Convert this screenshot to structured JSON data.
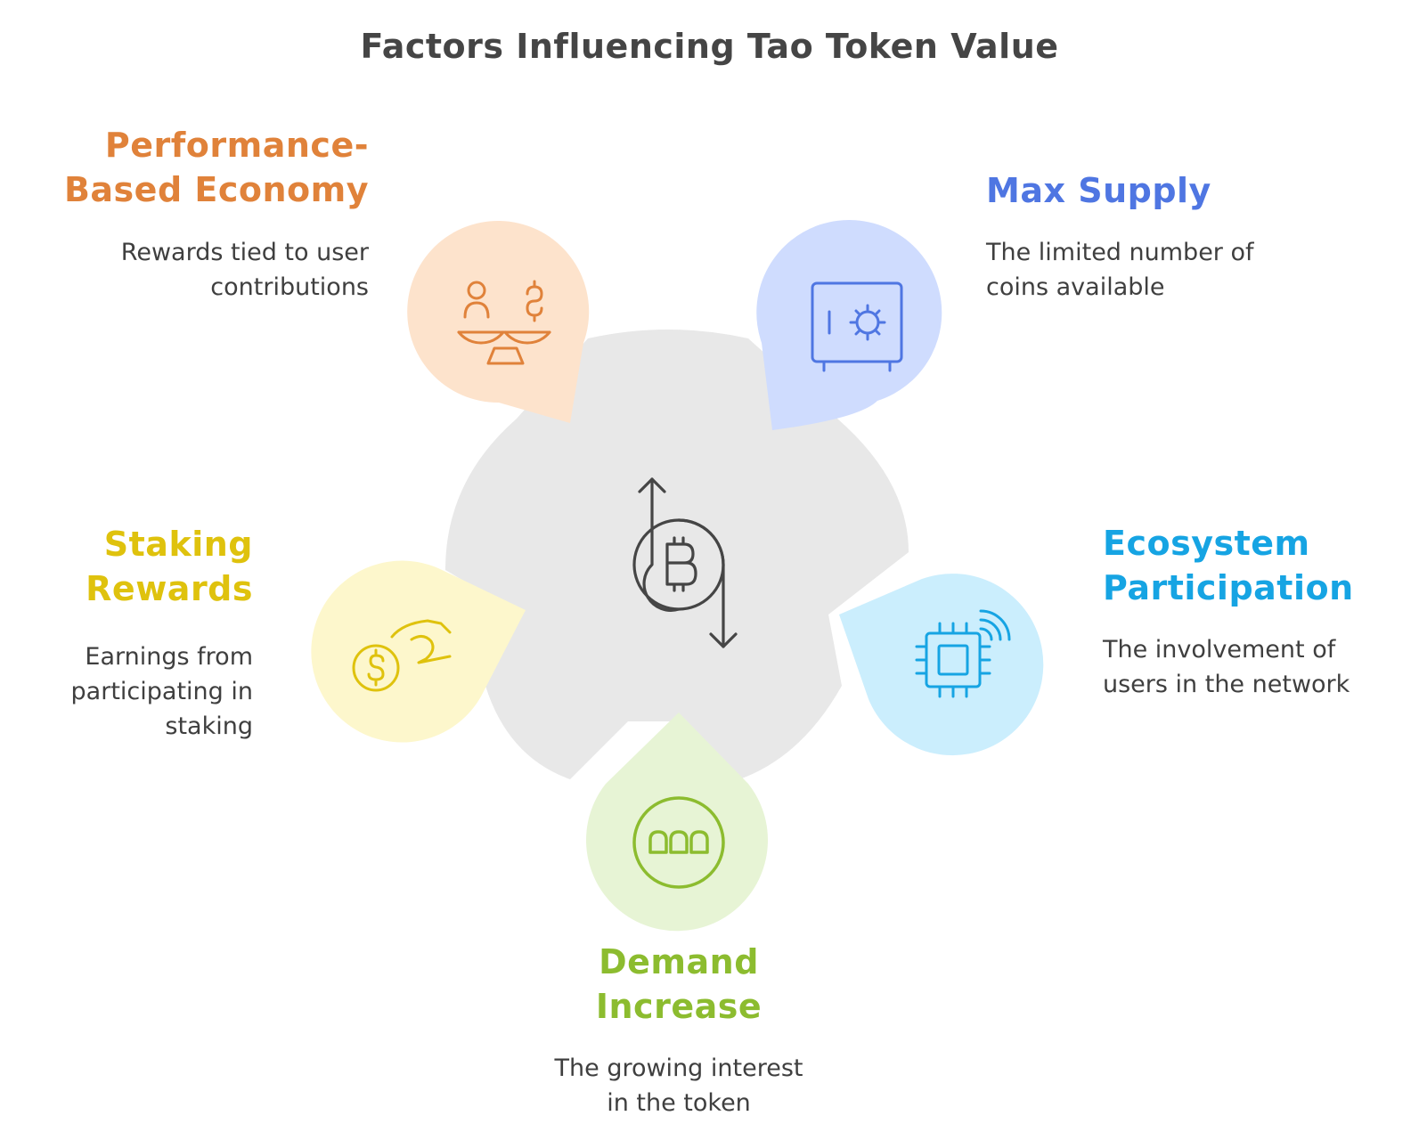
{
  "title": "Factors Influencing Tao Token Value",
  "center_icon": "bitcoin-exchange-icon",
  "colors": {
    "hub": "#e8e8e8",
    "orange_fill": "#fde3cc",
    "orange": "#e0823a",
    "blue_fill": "#cfdcfe",
    "blue": "#4f76e2",
    "cyan_fill": "#cbeefd",
    "cyan": "#16a4e3",
    "green_fill": "#e7f4d5",
    "green": "#8cbc2f",
    "yellow_fill": "#fdf7cc",
    "yellow": "#dfc20d"
  },
  "factors": [
    {
      "heading": "Performance-\nBased Economy",
      "description": "Rewards tied to user\ncontributions",
      "icon": "balance-scale-icon",
      "color": "#e0823a"
    },
    {
      "heading": "Max Supply",
      "description": "The limited number of\ncoins available",
      "icon": "safe-vault-icon",
      "color": "#4f76e2"
    },
    {
      "heading": "Ecosystem\nParticipation",
      "description": "The involvement of\nusers in the network",
      "icon": "chip-signal-icon",
      "color": "#16a4e3"
    },
    {
      "heading": "Demand\nIncrease",
      "description": "The growing interest\nin the token",
      "icon": "demand-meter-icon",
      "color": "#8cbc2f"
    },
    {
      "heading": "Staking\nRewards",
      "description": "Earnings from\nparticipating in\nstaking",
      "icon": "hand-coin-icon",
      "color": "#dfc20d"
    }
  ]
}
